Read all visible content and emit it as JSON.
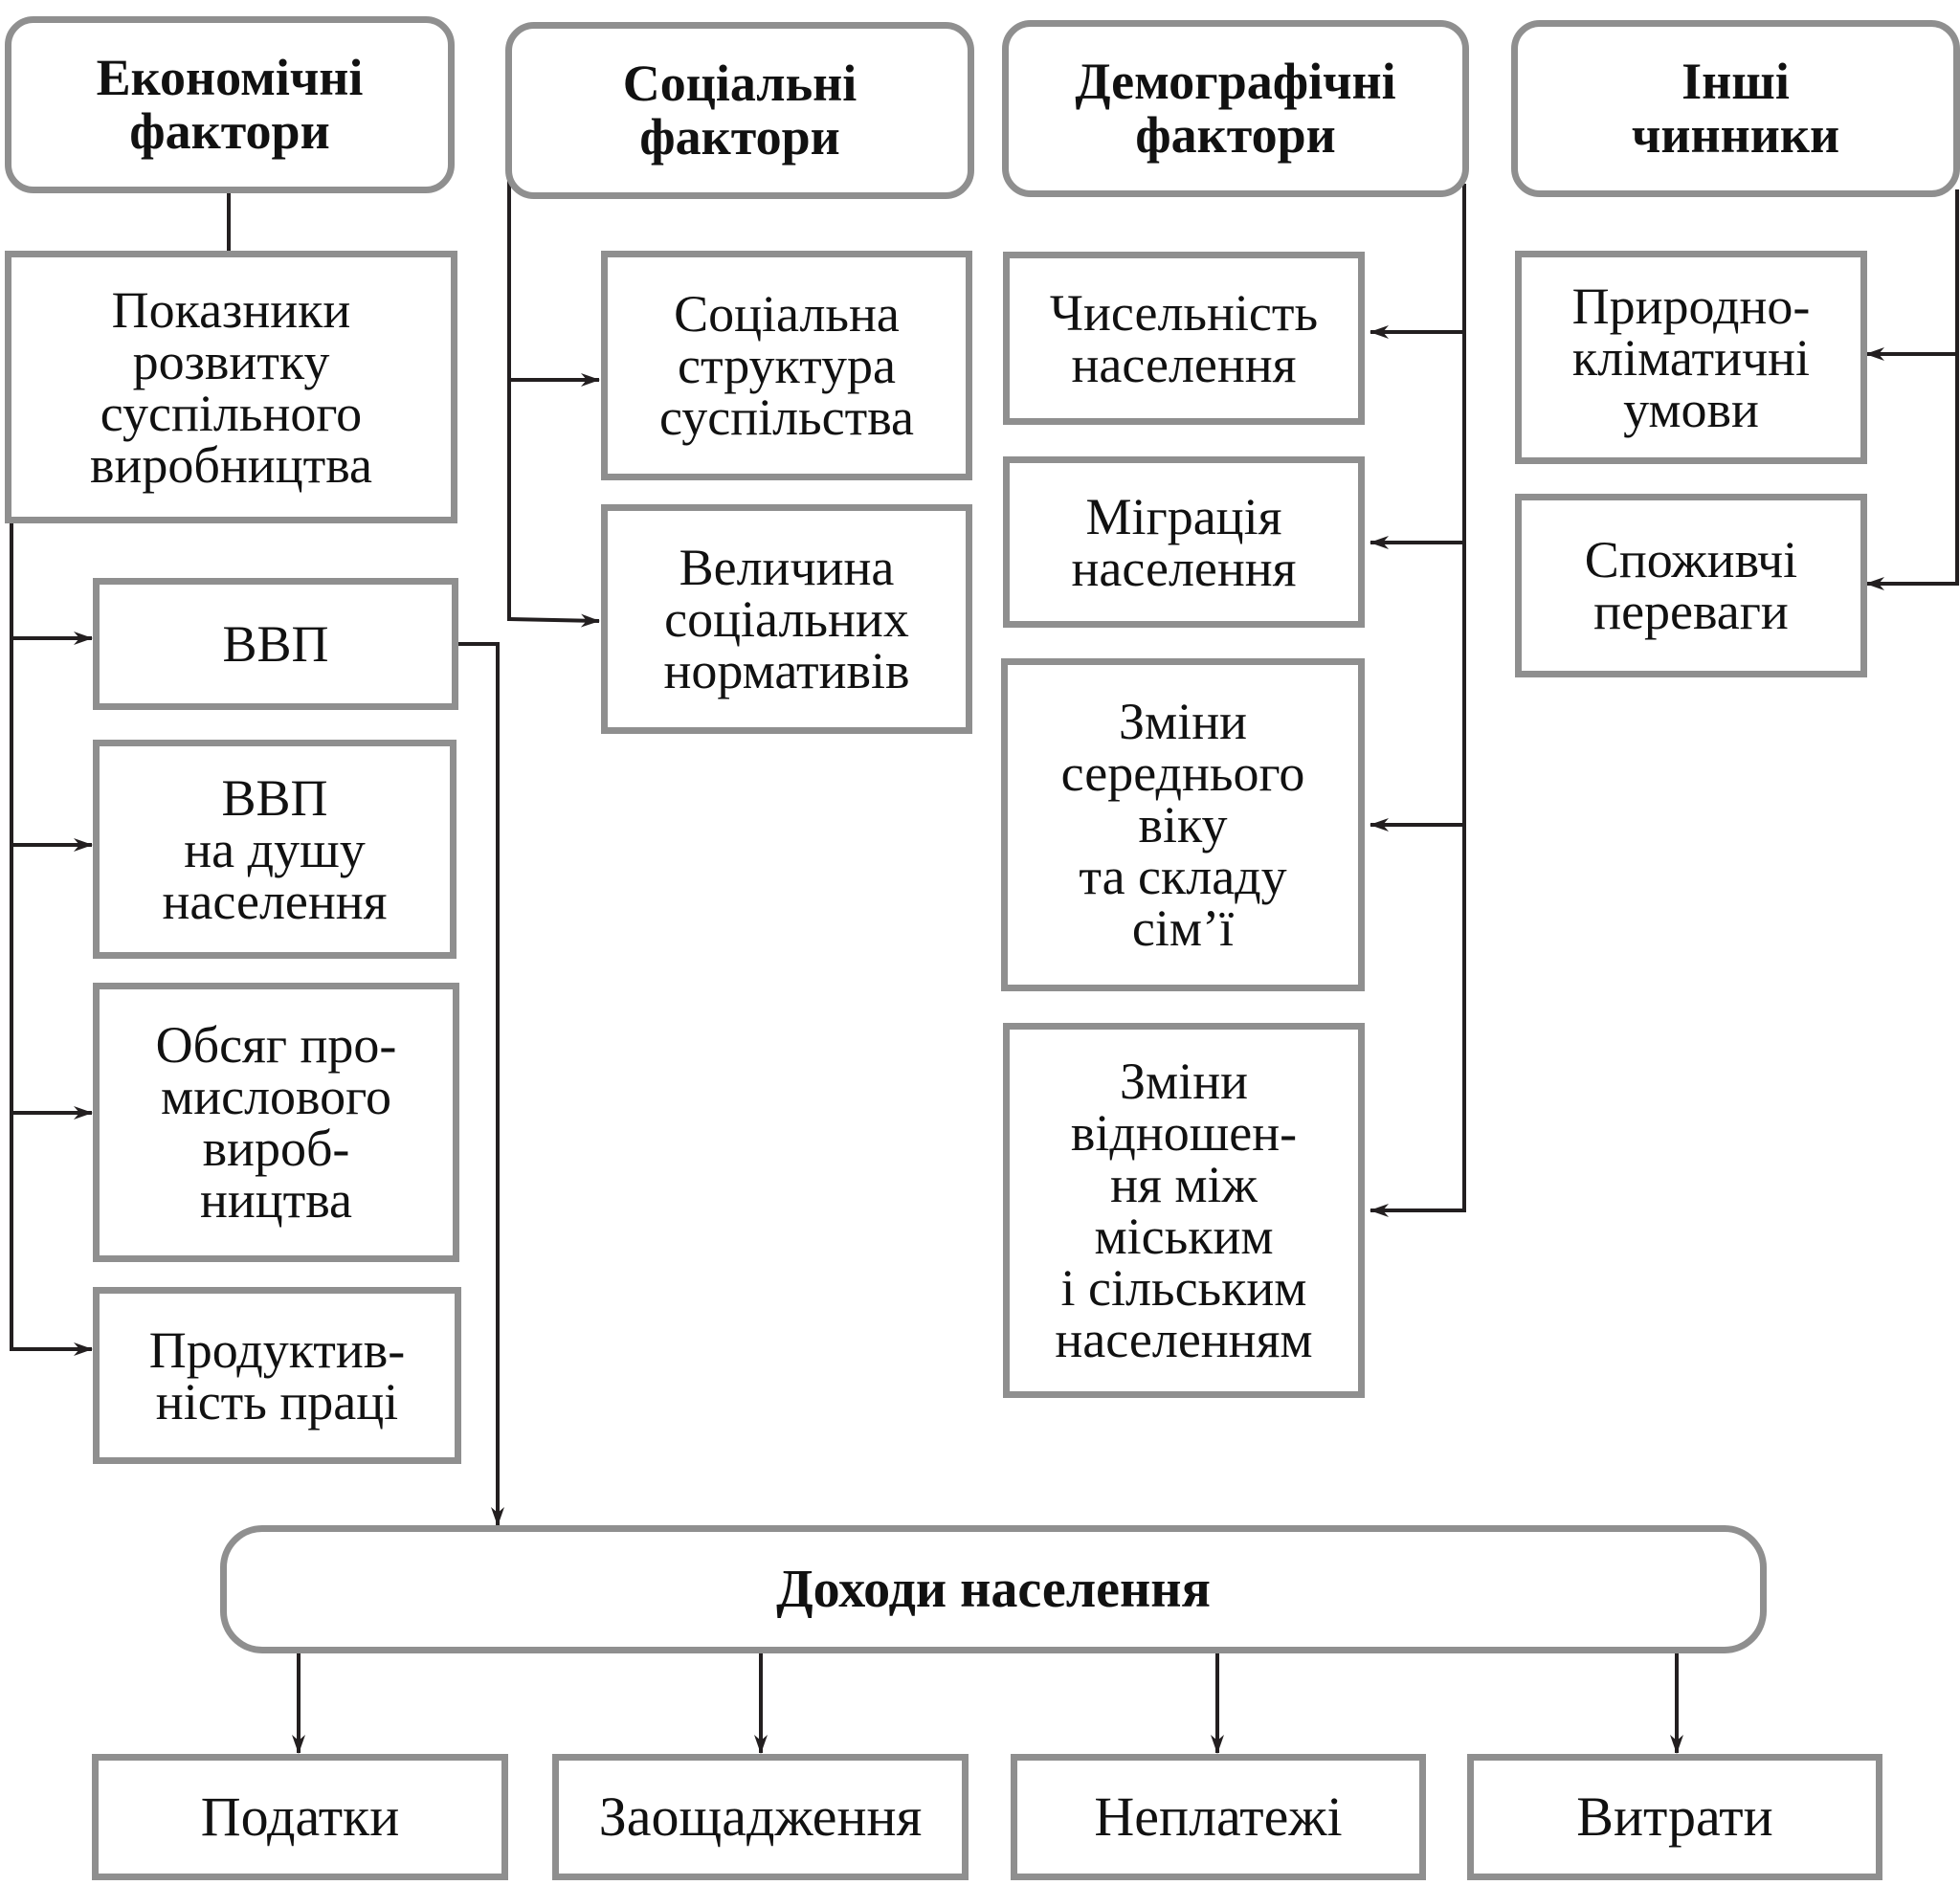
{
  "categories": {
    "economic": "Економічні\nфактори",
    "social": "Соціальні\nфактори",
    "demographic": "Демографічні\nфактори",
    "other": "Інші\nчинники"
  },
  "economic": {
    "main": "Показники\nрозвитку\nсуспільного\nвиробництва",
    "items": [
      "ВВП",
      "ВВП\nна душу\nнаселення",
      "Обсяг про-\nмислового\nвироб-\nництва",
      "Продуктив-\nність праці"
    ]
  },
  "social": {
    "items": [
      "Соціальна\nструктура\nсуспільства",
      "Величина\nсоціальних\nнормативів"
    ]
  },
  "demographic": {
    "items": [
      "Чисельність\nнаселення",
      "Міграція\nнаселення",
      "Зміни\nсереднього\nвіку\nта складу\nсім’ї",
      "Зміни\nвідношен-\nня між\nміським\nі сільським\nнаселенням"
    ]
  },
  "other": {
    "items": [
      "Природно-\nкліматичні\nумови",
      "Споживчі\nпереваги"
    ]
  },
  "income": "Доходи населення",
  "outputs": [
    "Податки",
    "Заощадження",
    "Неплатежі",
    "Витрати"
  ]
}
